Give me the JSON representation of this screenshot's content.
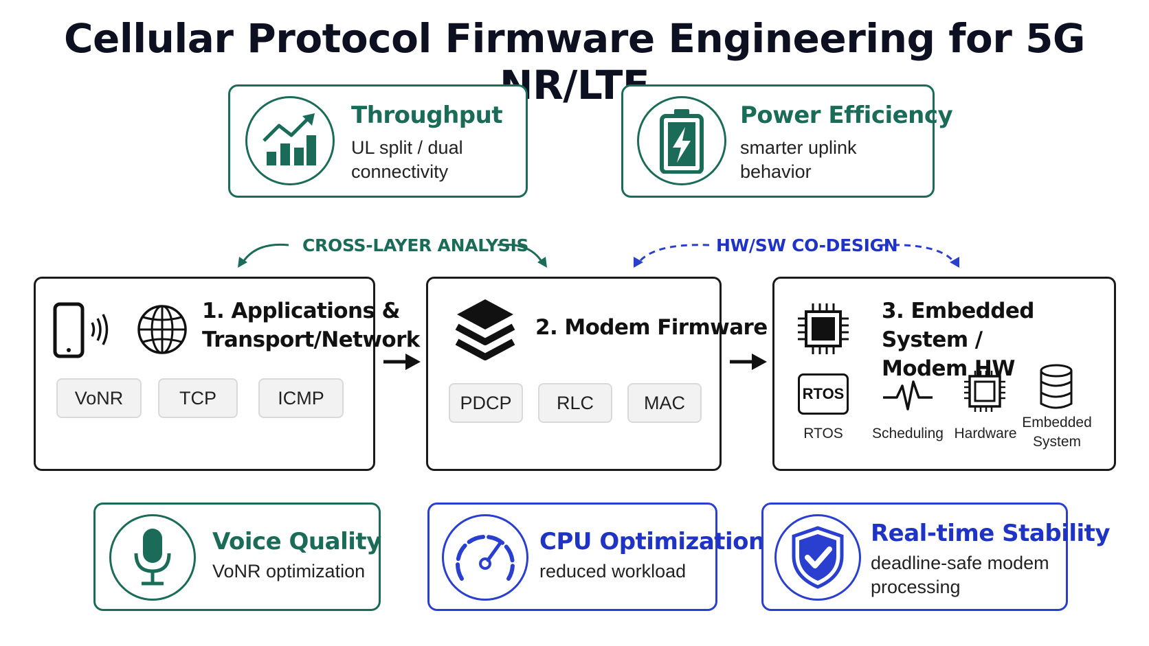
{
  "title": "Cellular Protocol Firmware Engineering for 5G NR/LTE",
  "colors": {
    "green": "#1a6b57",
    "blue": "#2a3fd0",
    "dark": "#111111"
  },
  "top_cards": [
    {
      "title": "Throughput",
      "desc_line1": "UL split / dual",
      "desc_line2": "connectivity",
      "icon": "bar-chart-trend-icon"
    },
    {
      "title": "Power Efficiency",
      "desc_line1": "smarter uplink",
      "desc_line2": "behavior",
      "icon": "battery-bolt-icon"
    }
  ],
  "bands": {
    "cross_layer": "CROSS-LAYER ANALYSIS",
    "hwsw": "HW/SW CO-DESIGN"
  },
  "stages": [
    {
      "title_line1": "1. Applications &",
      "title_line2": "Transport/Network",
      "chips": [
        "VoNR",
        "TCP",
        "ICMP"
      ]
    },
    {
      "title": "2. Modem Firmware",
      "chips": [
        "PDCP",
        "RLC",
        "MAC"
      ]
    },
    {
      "title_line1": "3. Embedded System /",
      "title_line2": "Modem HW",
      "rtos_box": "RTOS",
      "items": [
        {
          "label": "RTOS",
          "icon": "rtos-box-icon"
        },
        {
          "label": "Scheduling",
          "icon": "pulse-icon"
        },
        {
          "label": "Hardware",
          "icon": "chip-icon"
        },
        {
          "label_line1": "Embedded",
          "label_line2": "System",
          "icon": "database-icon"
        }
      ]
    }
  ],
  "bottom_cards": [
    {
      "title": "Voice Quality",
      "desc_line1": "VoNR optimization",
      "icon": "microphone-icon"
    },
    {
      "title": "CPU Optimization",
      "desc_line1": "reduced workload",
      "icon": "gauge-icon"
    },
    {
      "title": "Real-time Stability",
      "desc_line1": "deadline-safe modem",
      "desc_line2": "processing",
      "icon": "shield-check-icon"
    }
  ]
}
